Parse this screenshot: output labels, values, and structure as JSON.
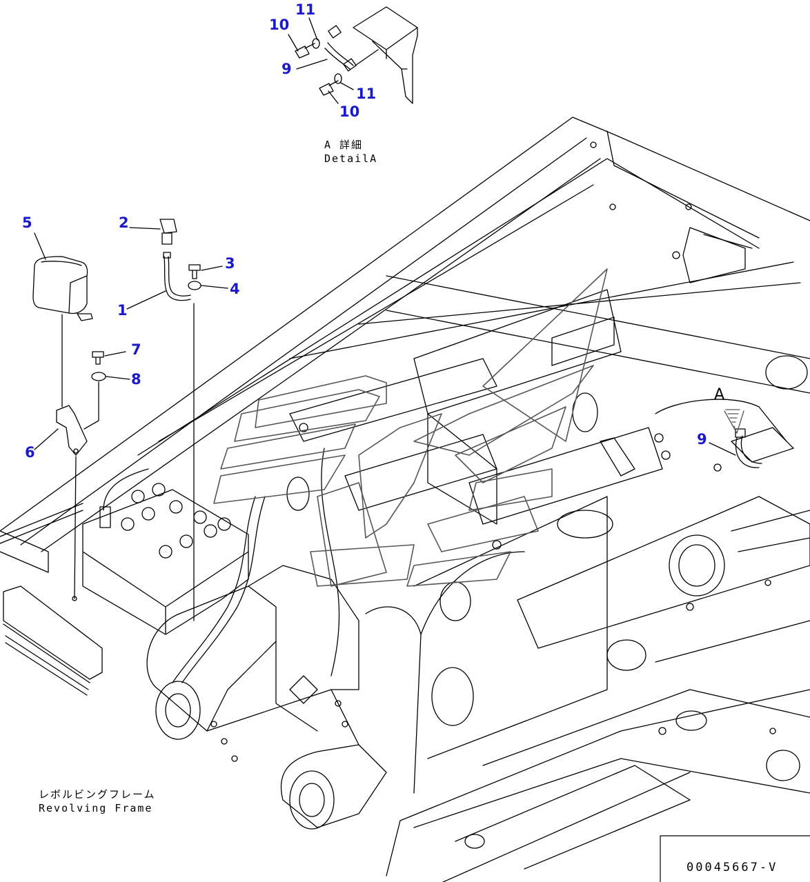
{
  "colors": {
    "callout": "#1a1acc",
    "line": "#000000",
    "watermark": "#555555"
  },
  "detail": {
    "title_jp": "A 詳細",
    "title_en": "DetailA"
  },
  "frame": {
    "label_jp": "レボルビングフレーム",
    "label_en": "Revolving Frame"
  },
  "view_marker": "A",
  "doc_number": "00045667-V",
  "callouts": [
    {
      "id": "c11a",
      "num": "11"
    },
    {
      "id": "c10a",
      "num": "10"
    },
    {
      "id": "c9a",
      "num": "9"
    },
    {
      "id": "c11b",
      "num": "11"
    },
    {
      "id": "c10b",
      "num": "10"
    },
    {
      "id": "c5",
      "num": "5"
    },
    {
      "id": "c2",
      "num": "2"
    },
    {
      "id": "c3",
      "num": "3"
    },
    {
      "id": "c4",
      "num": "4"
    },
    {
      "id": "c1",
      "num": "1"
    },
    {
      "id": "c7",
      "num": "7"
    },
    {
      "id": "c8",
      "num": "8"
    },
    {
      "id": "c6",
      "num": "6"
    },
    {
      "id": "c9b",
      "num": "9"
    }
  ]
}
